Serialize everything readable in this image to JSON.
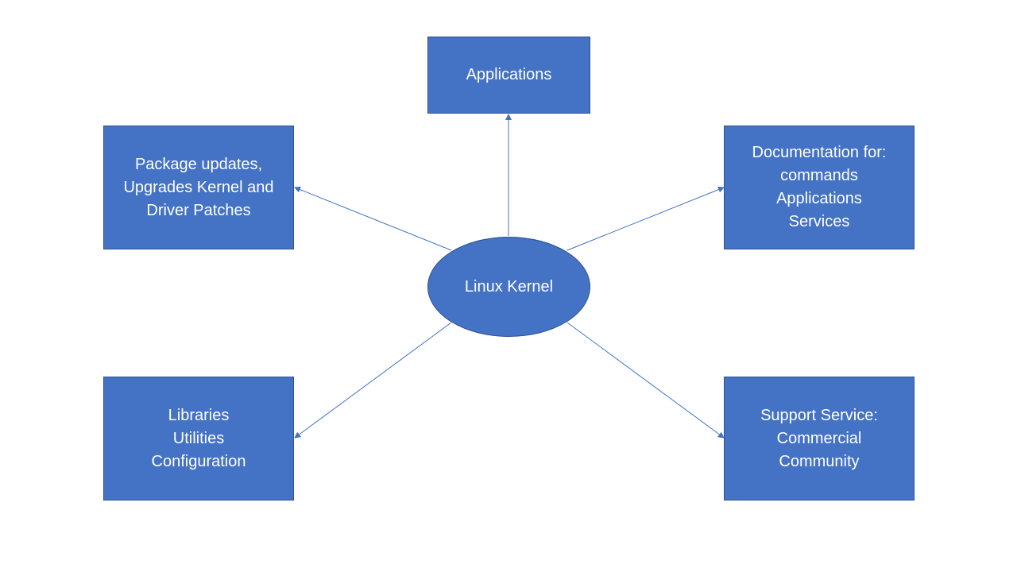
{
  "diagram": {
    "center": {
      "label": "Linux Kernel"
    },
    "nodes": {
      "applications": {
        "lines": [
          "Applications"
        ]
      },
      "packages": {
        "lines": [
          "Package updates,",
          "Upgrades Kernel and",
          "Driver Patches"
        ]
      },
      "documentation": {
        "lines": [
          "Documentation for:",
          "commands",
          "Applications",
          "Services"
        ]
      },
      "libraries": {
        "lines": [
          "Libraries",
          "Utilities",
          "Configuration"
        ]
      },
      "support": {
        "lines": [
          "Support Service:",
          "Commercial",
          "Community"
        ]
      }
    },
    "edges": [
      {
        "from": "center",
        "to": "applications"
      },
      {
        "from": "center",
        "to": "packages"
      },
      {
        "from": "center",
        "to": "documentation"
      },
      {
        "from": "center",
        "to": "libraries"
      },
      {
        "from": "center",
        "to": "support"
      }
    ],
    "colors": {
      "fill": "#4472c4",
      "stroke": "#2f528f",
      "connector": "#4472c4",
      "text": "#ffffff"
    }
  }
}
